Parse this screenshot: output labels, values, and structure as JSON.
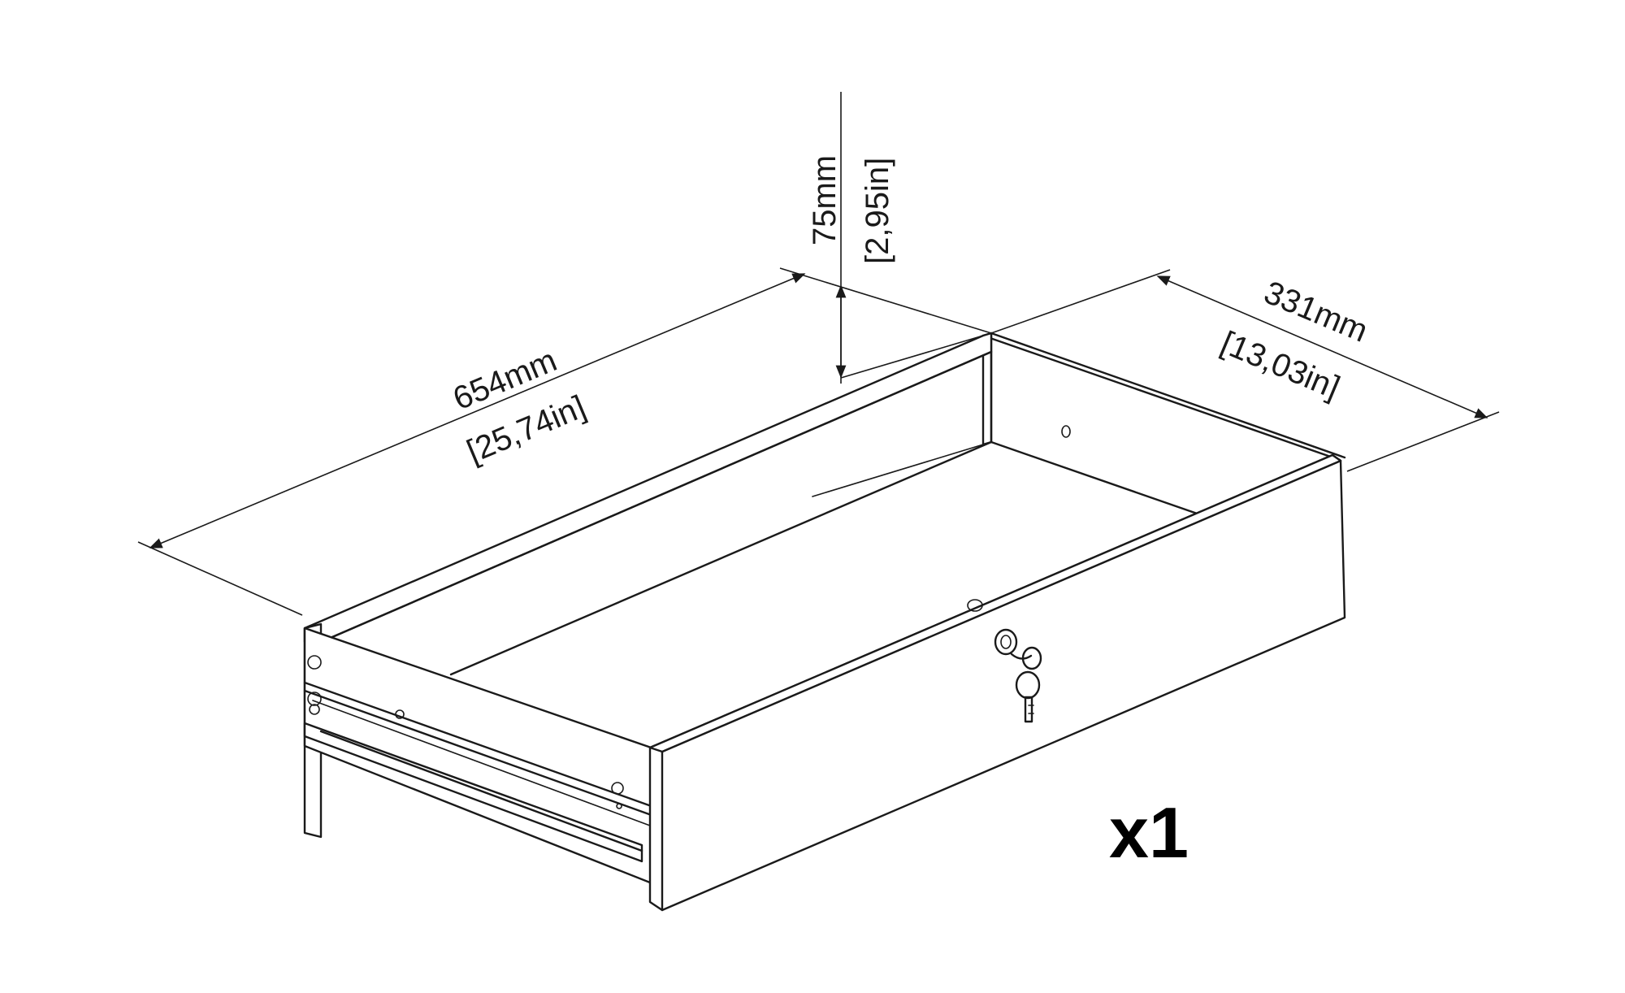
{
  "dimensions": {
    "length": {
      "metric": "654mm",
      "imperial": "[25,74in]"
    },
    "height": {
      "metric": "75mm",
      "imperial": "[2,95in]"
    },
    "depth": {
      "metric": "331mm",
      "imperial": "[13,03in]"
    }
  },
  "quantity": "x1",
  "icons": {
    "drawer": "drawer-icon",
    "lock": "lock-icon",
    "key": "key-icon"
  }
}
